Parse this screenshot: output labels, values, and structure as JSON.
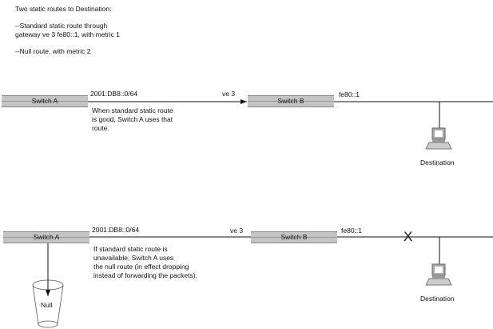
{
  "intro": {
    "title": "Two static routes to Destination:",
    "route1": [
      "--Standard static route through",
      "gateway ve 3 fe80::1, with metric 1"
    ],
    "route2": "--Null route, with metric 2"
  },
  "top": {
    "switch_a": "Switch A",
    "switch_b": "Switch B",
    "prefix": "2001:DB8::0/64",
    "interface": "ve 3",
    "gateway": "fe80::1",
    "note": [
      "When standard static route",
      "is good, Switch A uses that",
      "route."
    ],
    "destination": "Destination"
  },
  "bottom": {
    "switch_a": "Switch A",
    "switch_b": "Switch B",
    "prefix": "2001:DB8::0/64",
    "interface": "ve 3",
    "gateway": "fe80::1",
    "broken_marker": "X",
    "note": [
      "If standard static route is",
      "unavailable, Switch A uses",
      "the null route (in effect dropping",
      "instead of forwarding the packets)."
    ],
    "null_label": "Null",
    "destination": "Destination"
  }
}
